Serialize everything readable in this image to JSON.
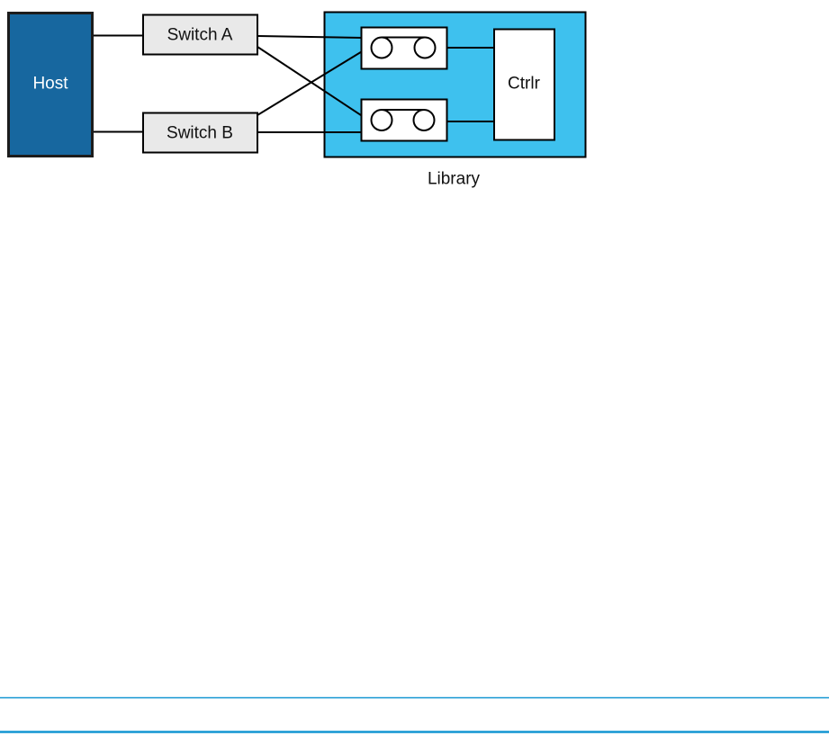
{
  "diagram": {
    "title_caption": "Library",
    "nodes": {
      "host": {
        "label": "Host",
        "type": "host-computer"
      },
      "switch_a": {
        "label": "Switch A",
        "type": "fc-switch"
      },
      "switch_b": {
        "label": "Switch B",
        "type": "fc-switch"
      },
      "tape_drive_1": {
        "label": "",
        "type": "tape-drive"
      },
      "tape_drive_2": {
        "label": "",
        "type": "tape-drive"
      },
      "ctrlr": {
        "label": "Ctrlr",
        "type": "library-controller"
      },
      "library": {
        "label": "Library",
        "type": "tape-library-enclosure"
      }
    },
    "connections": [
      {
        "from": "host",
        "to": "switch_a"
      },
      {
        "from": "host",
        "to": "switch_b"
      },
      {
        "from": "switch_a",
        "to": "tape_drive_1"
      },
      {
        "from": "switch_a",
        "to": "tape_drive_2"
      },
      {
        "from": "switch_b",
        "to": "tape_drive_1"
      },
      {
        "from": "switch_b",
        "to": "tape_drive_2"
      },
      {
        "from": "tape_drive_1",
        "to": "ctrlr"
      },
      {
        "from": "tape_drive_2",
        "to": "ctrlr"
      }
    ]
  },
  "colors": {
    "host_fill": "#17679F",
    "host_border": "#1c1c1c",
    "switch_fill": "#E9E9E9",
    "library_fill": "#3EC1EE",
    "drive_fill": "#ffffff",
    "ctrlr_fill": "#ffffff",
    "connector": "#000000",
    "footer_rule": "#1496D2"
  }
}
